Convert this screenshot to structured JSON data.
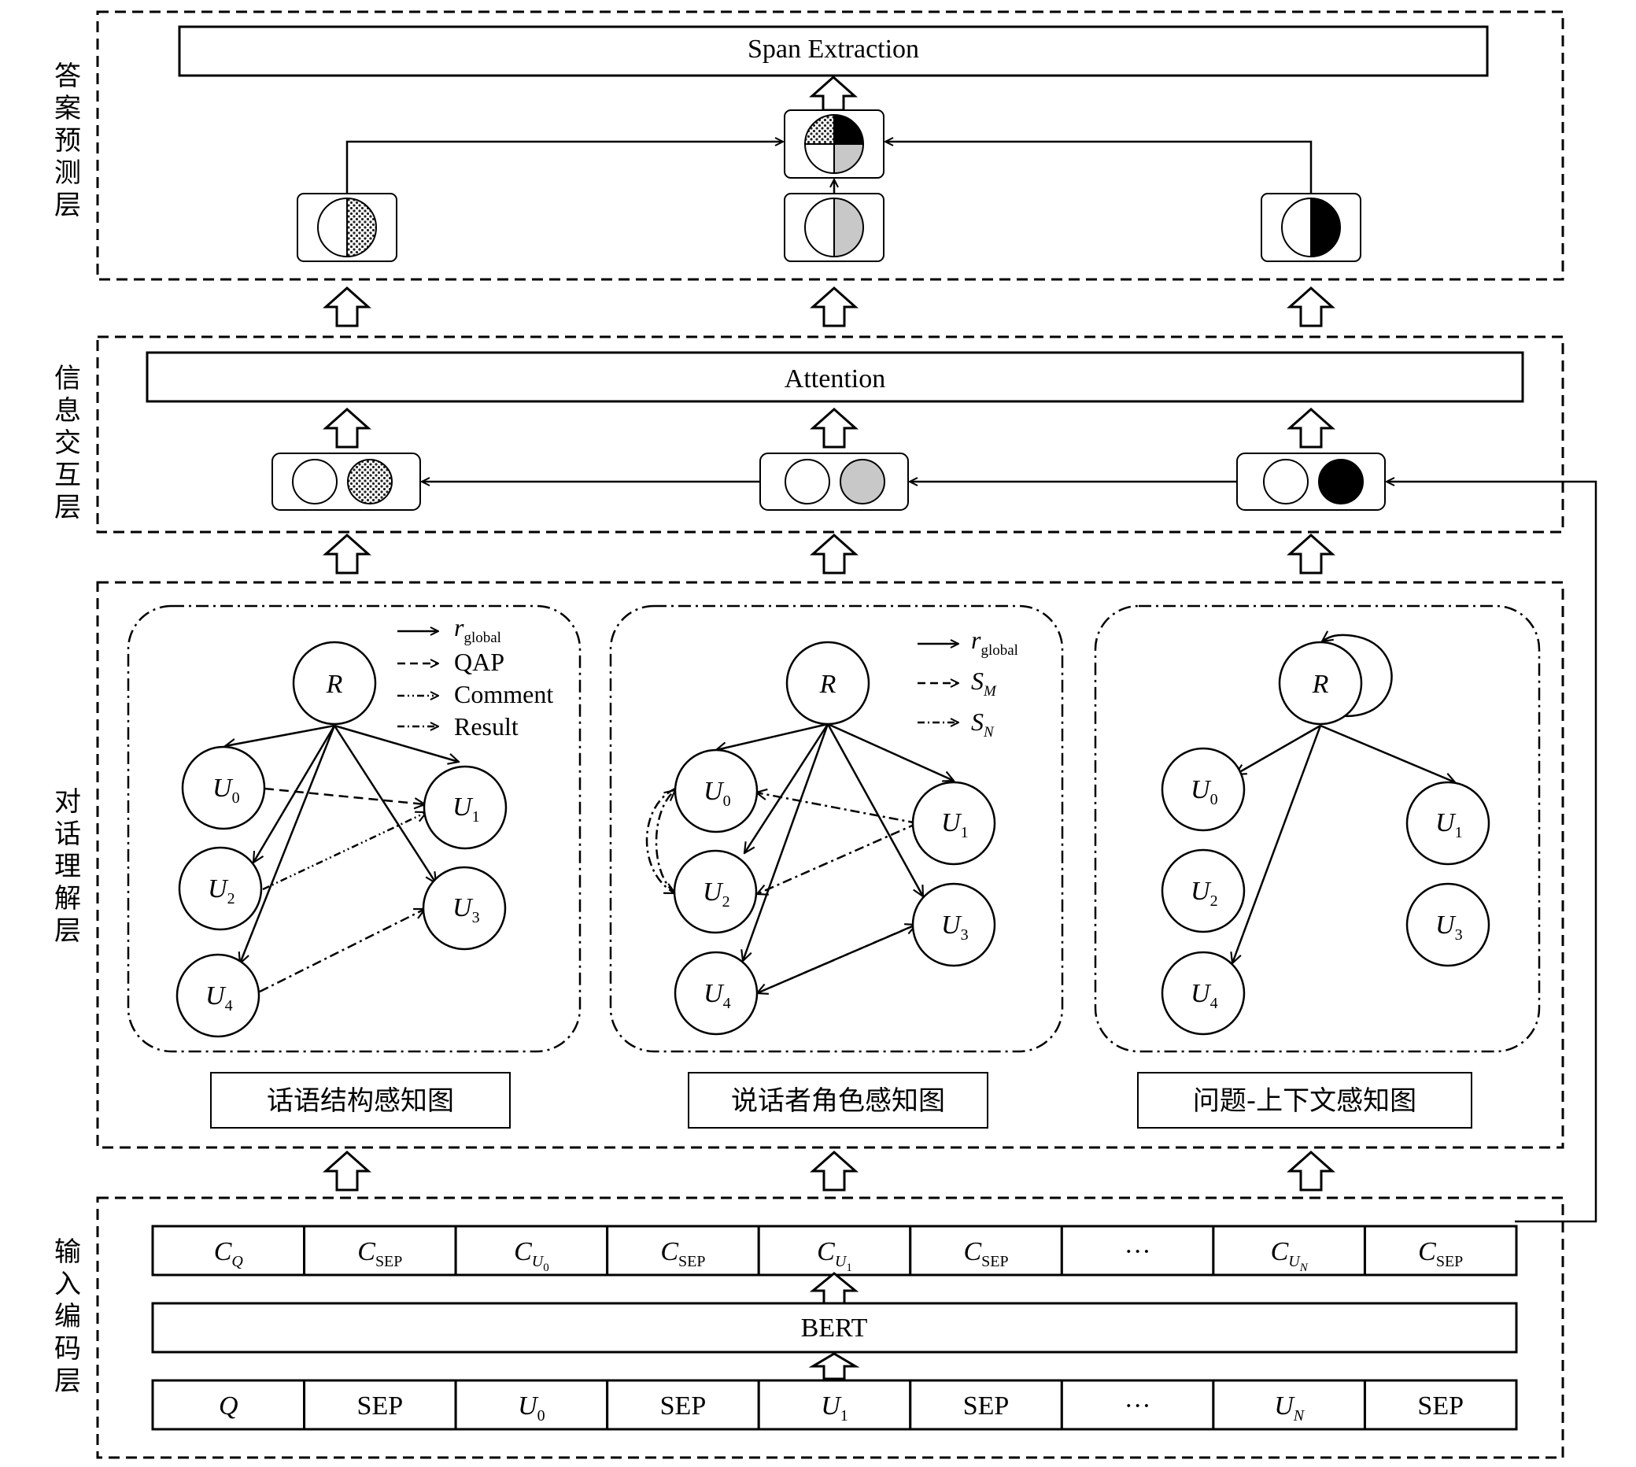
{
  "layers": {
    "answer_prediction": "答案预测层",
    "info_interaction": "信息交互层",
    "dialogue_understanding": "对话理解层",
    "input_encoding": "输入编码层"
  },
  "answer": {
    "span_extraction": "Span Extraction"
  },
  "interaction": {
    "attention": "Attention"
  },
  "graphs": {
    "discourse": {
      "caption": "话语结构感知图",
      "legend": [
        "r",
        "QAP",
        "Comment",
        "Result"
      ],
      "legend_sub": "global"
    },
    "speaker": {
      "caption": "说话者角色感知图",
      "legend": [
        "r",
        "S",
        "S"
      ],
      "legend_sub": [
        "global",
        "M",
        "N"
      ]
    },
    "question": {
      "caption": "问题-上下文感知图"
    },
    "node_root": "R",
    "node_u": "U",
    "node_subs": [
      "0",
      "1",
      "2",
      "3",
      "4"
    ]
  },
  "encoding": {
    "bert": "BERT",
    "output_tokens": [
      {
        "main": "C",
        "sub": "Q"
      },
      {
        "main": "C",
        "sub": "SEP"
      },
      {
        "main": "C",
        "sub": "U",
        "subsub": "0"
      },
      {
        "main": "C",
        "sub": "SEP"
      },
      {
        "main": "C",
        "sub": "U",
        "subsub": "1"
      },
      {
        "main": "C",
        "sub": "SEP"
      },
      {
        "main": "···",
        "sub": ""
      },
      {
        "main": "C",
        "sub": "U",
        "subsub": "N"
      },
      {
        "main": "C",
        "sub": "SEP"
      }
    ],
    "input_tokens": [
      {
        "main": "Q",
        "sub": "",
        "italic": true
      },
      {
        "main": "SEP",
        "sub": "",
        "italic": false
      },
      {
        "main": "U",
        "sub": "0",
        "italic": true
      },
      {
        "main": "SEP",
        "sub": "",
        "italic": false
      },
      {
        "main": "U",
        "sub": "1",
        "italic": true
      },
      {
        "main": "SEP",
        "sub": "",
        "italic": false
      },
      {
        "main": "···",
        "sub": "",
        "italic": false
      },
      {
        "main": "U",
        "sub": "N",
        "italic": true
      },
      {
        "main": "SEP",
        "sub": "",
        "italic": false
      }
    ]
  },
  "colors": {
    "black": "#000000",
    "gray": "#c8c8c8",
    "white": "#ffffff"
  }
}
